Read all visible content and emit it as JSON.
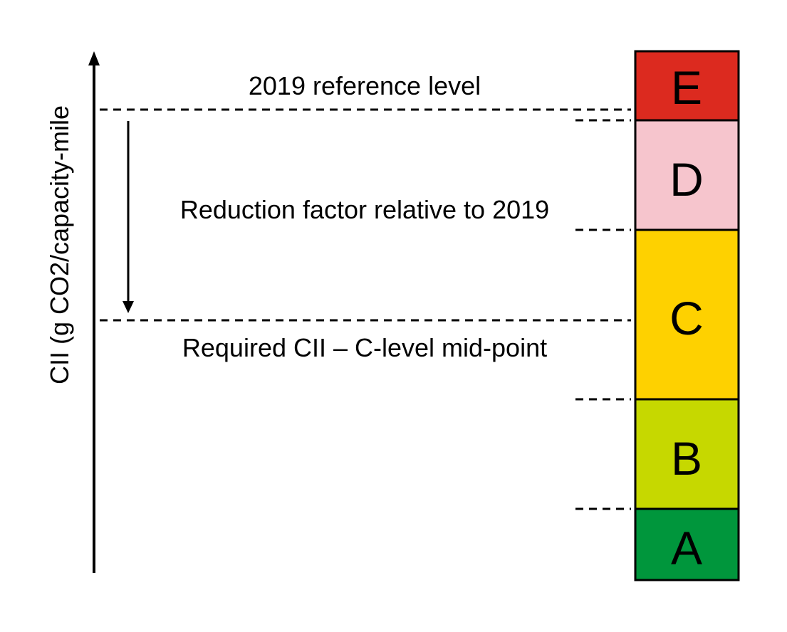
{
  "y_axis_label": "CII (g CO2/capacity-mile",
  "annotations": {
    "reference_level": "2019 reference level",
    "reduction_factor": "Reduction factor relative to 2019",
    "required_cii": "Required CII – C-level mid-point"
  },
  "rating_scale": [
    {
      "grade": "E",
      "color": "#dc2a1f"
    },
    {
      "grade": "D",
      "color": "#f6c5cd"
    },
    {
      "grade": "C",
      "color": "#fed100"
    },
    {
      "grade": "B",
      "color": "#c6d800"
    },
    {
      "grade": "A",
      "color": "#00963c"
    }
  ]
}
